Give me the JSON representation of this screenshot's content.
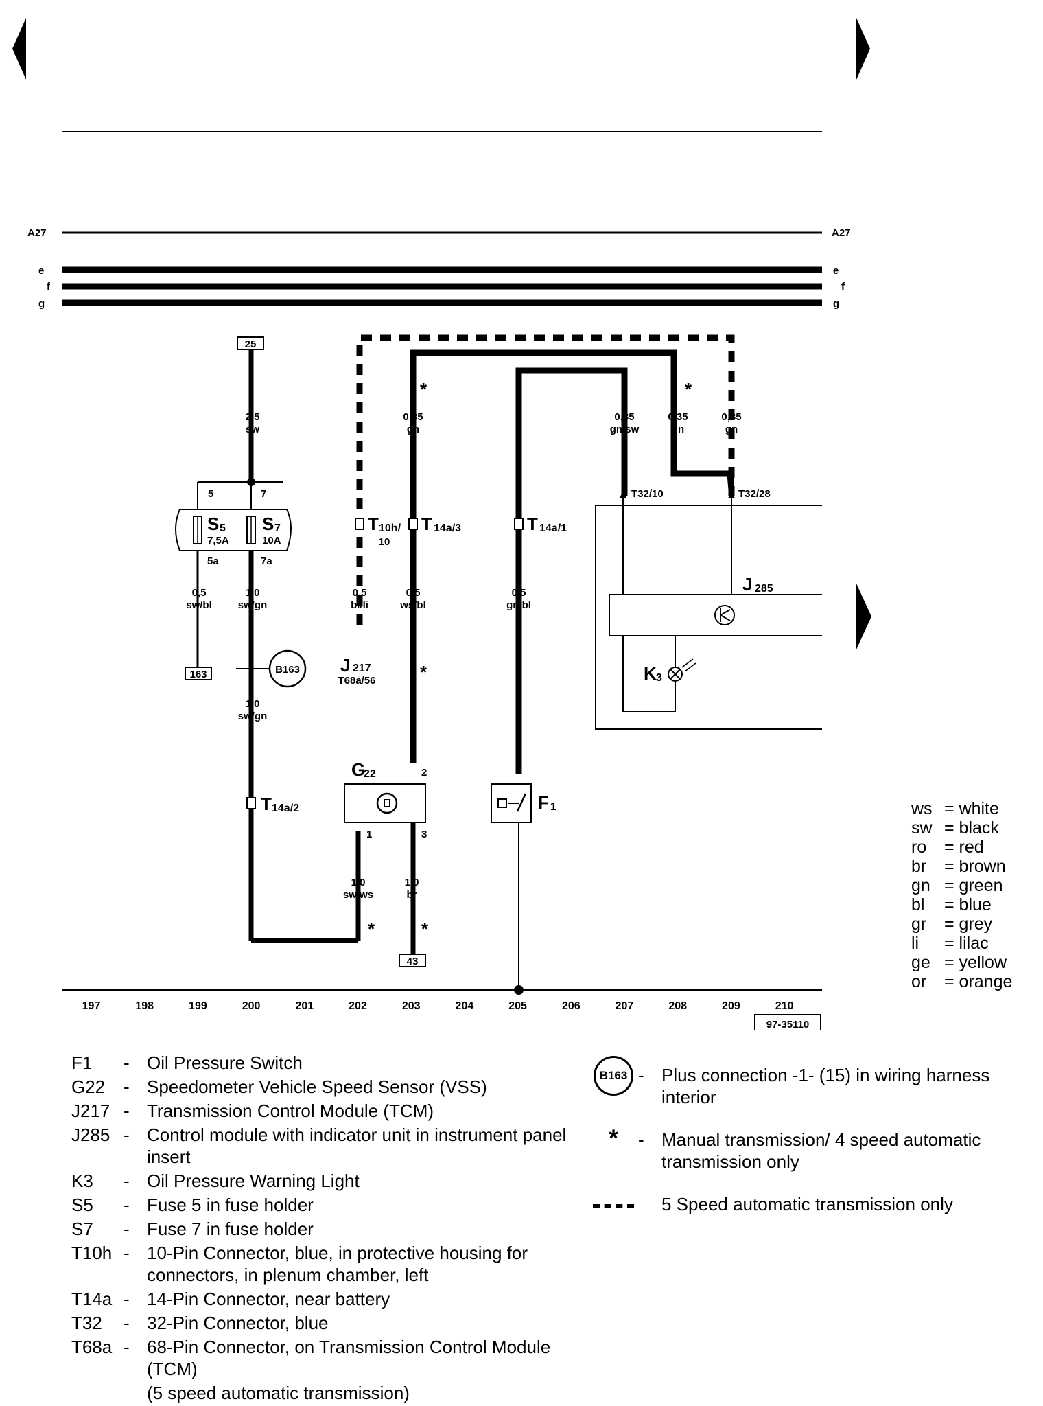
{
  "bus": {
    "a27_left": "A27",
    "a27_right": "A27",
    "e": "e",
    "f": "f",
    "g": "g"
  },
  "references": {
    "ref_25": "25",
    "ref_163": "163",
    "ref_43": "43"
  },
  "wires": {
    "w200_top": [
      "2,5",
      "sw"
    ],
    "w199": [
      "0,5",
      "sw/bl"
    ],
    "w200_mid": [
      "1,0",
      "sw/gn"
    ],
    "w200_low": [
      "1,0",
      "sw/gn"
    ],
    "w202": [
      "0,5",
      "bl/li"
    ],
    "w203_top": [
      "0,35",
      "gn"
    ],
    "w203_mid": [
      "0,5",
      "ws/bl"
    ],
    "w205": [
      "0,5",
      "gn/bl"
    ],
    "w207": [
      "0,35",
      "gn/sw"
    ],
    "w208": [
      "0,35",
      "gn"
    ],
    "w209": [
      "0,35",
      "gn"
    ],
    "g22_left": [
      "1,0",
      "sw/ws"
    ],
    "g22_right": [
      "1,0",
      "br"
    ]
  },
  "components": {
    "s5": "S",
    "s5_sub": "5",
    "s5_rating": "7,5A",
    "s7": "S",
    "s7_sub": "7",
    "s7_rating": "10A",
    "pin_5": "5",
    "pin_7": "7",
    "pin_5a": "5a",
    "pin_7a": "7a",
    "b163": "B163",
    "t10h": "T",
    "t10h_sub": "10h/",
    "t10h_pin": "10",
    "t14a3": "T",
    "t14a3_sub": "14a/3",
    "t14a1": "T",
    "t14a1_sub": "14a/1",
    "t14a2": "T",
    "t14a2_sub": "14a/2",
    "j217": "J",
    "j217_sub": "217",
    "j217_pin": "T68a/56",
    "g22": "G",
    "g22_sub": "22",
    "g22_pin1": "1",
    "g22_pin2": "2",
    "g22_pin3": "3",
    "f1": "F",
    "f1_sub": "1",
    "t32_10": "T32/10",
    "t32_28": "T32/28",
    "j285": "J",
    "j285_sub": "285",
    "k3": "K",
    "k3_sub": "3"
  },
  "tracks": [
    "197",
    "198",
    "199",
    "200",
    "201",
    "202",
    "203",
    "204",
    "205",
    "206",
    "207",
    "208",
    "209",
    "210"
  ],
  "diagram_id": "97-35110",
  "color_key": [
    {
      "code": "ws",
      "name": "= white"
    },
    {
      "code": "sw",
      "name": "= black"
    },
    {
      "code": "ro",
      "name": "= red"
    },
    {
      "code": "br",
      "name": "= brown"
    },
    {
      "code": "gn",
      "name": "= green"
    },
    {
      "code": "bl",
      "name": "= blue"
    },
    {
      "code": "gr",
      "name": "= grey"
    },
    {
      "code": "li",
      "name": "= lilac"
    },
    {
      "code": "ge",
      "name": "= yellow"
    },
    {
      "code": "or",
      "name": "= orange"
    }
  ],
  "legend": [
    {
      "code": "F1",
      "desc": "Oil Pressure Switch"
    },
    {
      "code": "G22",
      "desc": "Speedometer Vehicle Speed Sensor (VSS)"
    },
    {
      "code": "J217",
      "desc": "Transmission Control Module (TCM)"
    },
    {
      "code": "J285",
      "desc": "Control module with indicator unit in instrument panel insert"
    },
    {
      "code": "K3",
      "desc": "Oil Pressure Warning Light"
    },
    {
      "code": "S5",
      "desc": "Fuse 5 in fuse holder"
    },
    {
      "code": "S7",
      "desc": "Fuse 7 in fuse holder"
    },
    {
      "code": "T10h",
      "desc": "10-Pin Connector, blue, in protective housing for connectors, in plenum chamber, left"
    },
    {
      "code": "T14a",
      "desc": "14-Pin Connector, near battery"
    },
    {
      "code": "T32",
      "desc": "32-Pin Connector, blue"
    },
    {
      "code": "T68a",
      "desc": "68-Pin Connector, on Transmission Control Module (TCM)"
    },
    {
      "code": "",
      "desc": "(5 speed automatic transmission)"
    }
  ],
  "legend_right": {
    "b163_symbol": "B163",
    "b163_desc": "Plus connection -1- (15) in wiring harness interior",
    "star_symbol": "*",
    "star_desc": "Manual transmission/ 4 speed automatic transmission only",
    "dashed_desc": "5 Speed automatic transmission only"
  },
  "markers": {
    "star": "*",
    "dash": "-"
  }
}
